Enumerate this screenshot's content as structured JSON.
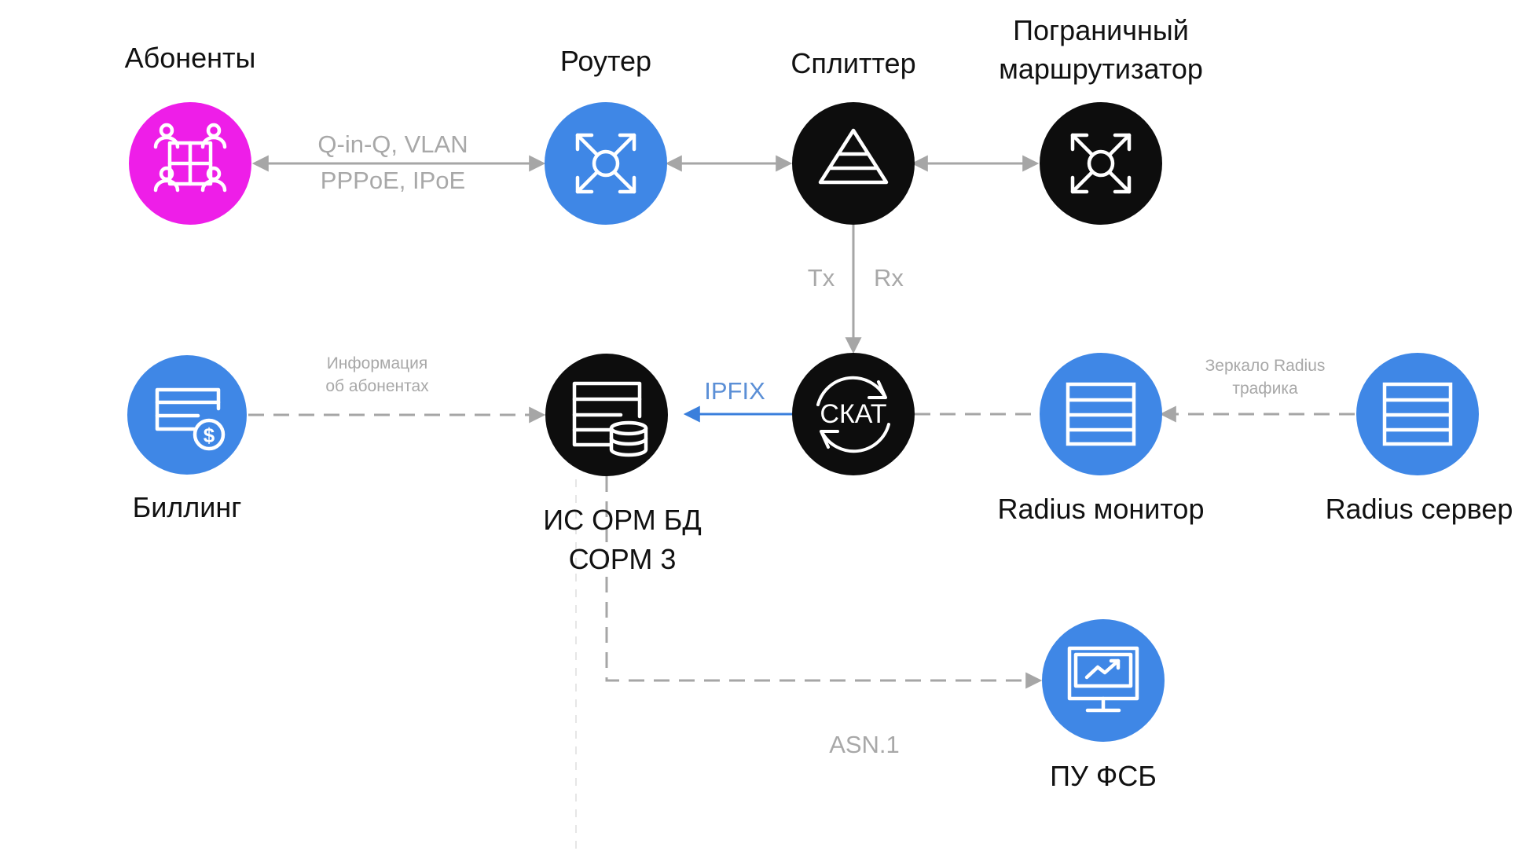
{
  "colors": {
    "magenta": "#ee1ee8",
    "blue": "#3f87e6",
    "black": "#0d0d0d",
    "line_gray": "#a6a6a6",
    "ipfix_blue": "#3a7fdc"
  },
  "nodes": {
    "subscribers": {
      "label": "Абоненты",
      "icon": "people-grid-icon"
    },
    "router": {
      "label": "Роутер",
      "icon": "router-arrows-icon"
    },
    "splitter": {
      "label": "Сплиттер",
      "icon": "pyramid-icon"
    },
    "border_router": {
      "label_line1": "Пограничный",
      "label_line2": "маршрутизатор",
      "icon": "router-arrows-icon"
    },
    "billing": {
      "label": "Биллинг",
      "icon": "billing-dollar-icon"
    },
    "sorm_db": {
      "label_line1": "ИС ОРМ БД",
      "label_line2": "СОРМ 3",
      "icon": "database-table-icon"
    },
    "skat": {
      "label": "СКАТ",
      "icon": "cycle-icon"
    },
    "radius_monitor": {
      "label": "Radius монитор",
      "icon": "server-stack-icon"
    },
    "radius_server": {
      "label": "Radius сервер",
      "icon": "server-stack-icon"
    },
    "pu_fsb": {
      "label": "ПУ ФСБ",
      "icon": "monitor-chart-icon"
    }
  },
  "connections": {
    "subscriber_router_line1": "Q-in-Q, VLAN",
    "subscriber_router_line2": "PPPoE, IPoE",
    "tx": "Tx",
    "rx": "Rx",
    "billing_info_line1": "Информация",
    "billing_info_line2": "об абонентах",
    "ipfix": "IPFIX",
    "radius_mirror_line1": "Зеркало Radius",
    "radius_mirror_line2": "трафика",
    "asn": "ASN.1"
  }
}
